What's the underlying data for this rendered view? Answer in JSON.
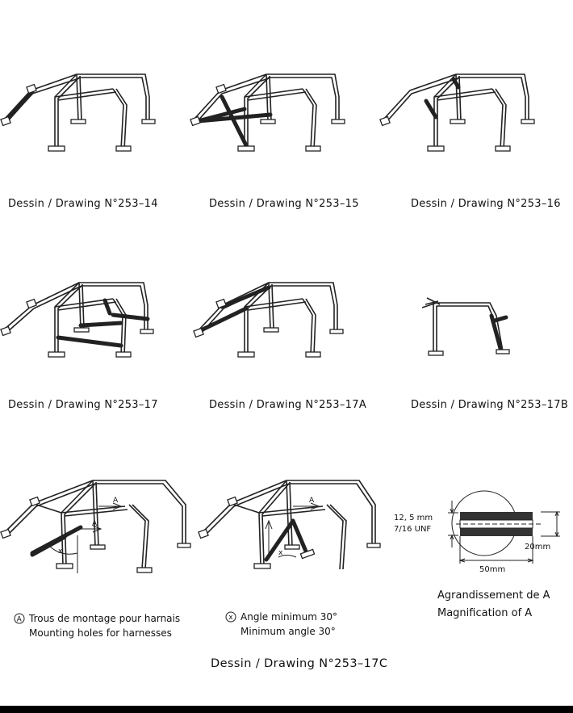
{
  "drawings": [
    {
      "id": "d14",
      "caption": "Dessin  /  Drawing  N°253–14"
    },
    {
      "id": "d15",
      "caption": "Dessin  /  Drawing  N°253–15"
    },
    {
      "id": "d16",
      "caption": "Dessin  /  Drawing  N°253–16"
    },
    {
      "id": "d17",
      "caption": "Dessin  /  Drawing  N°253–17"
    },
    {
      "id": "d17a",
      "caption": "Dessin  /  Drawing  N°253–17A"
    },
    {
      "id": "d17b",
      "caption": "Dessin  /  Drawing  N°253–17B"
    }
  ],
  "bottom": {
    "labels": {
      "A": "A",
      "x": "x"
    },
    "note_a_symbol": "A",
    "note_a_line1": "Trous de montage pour harnais",
    "note_a_line2": "Mounting holes for harnesses",
    "note_x_symbol": "x",
    "note_x_line1": "Angle minimum 30°",
    "note_x_line2": "Minimum angle 30°",
    "magnification": {
      "dim_diameter_1": "12, 5 mm",
      "dim_diameter_2": "7/16 UNF",
      "dim_width": "50mm",
      "dim_height": "20mm",
      "line1": "Agrandissement de A",
      "line2": "Magnification of A"
    },
    "caption": "Dessin  /  Drawing  N°253–17C"
  }
}
